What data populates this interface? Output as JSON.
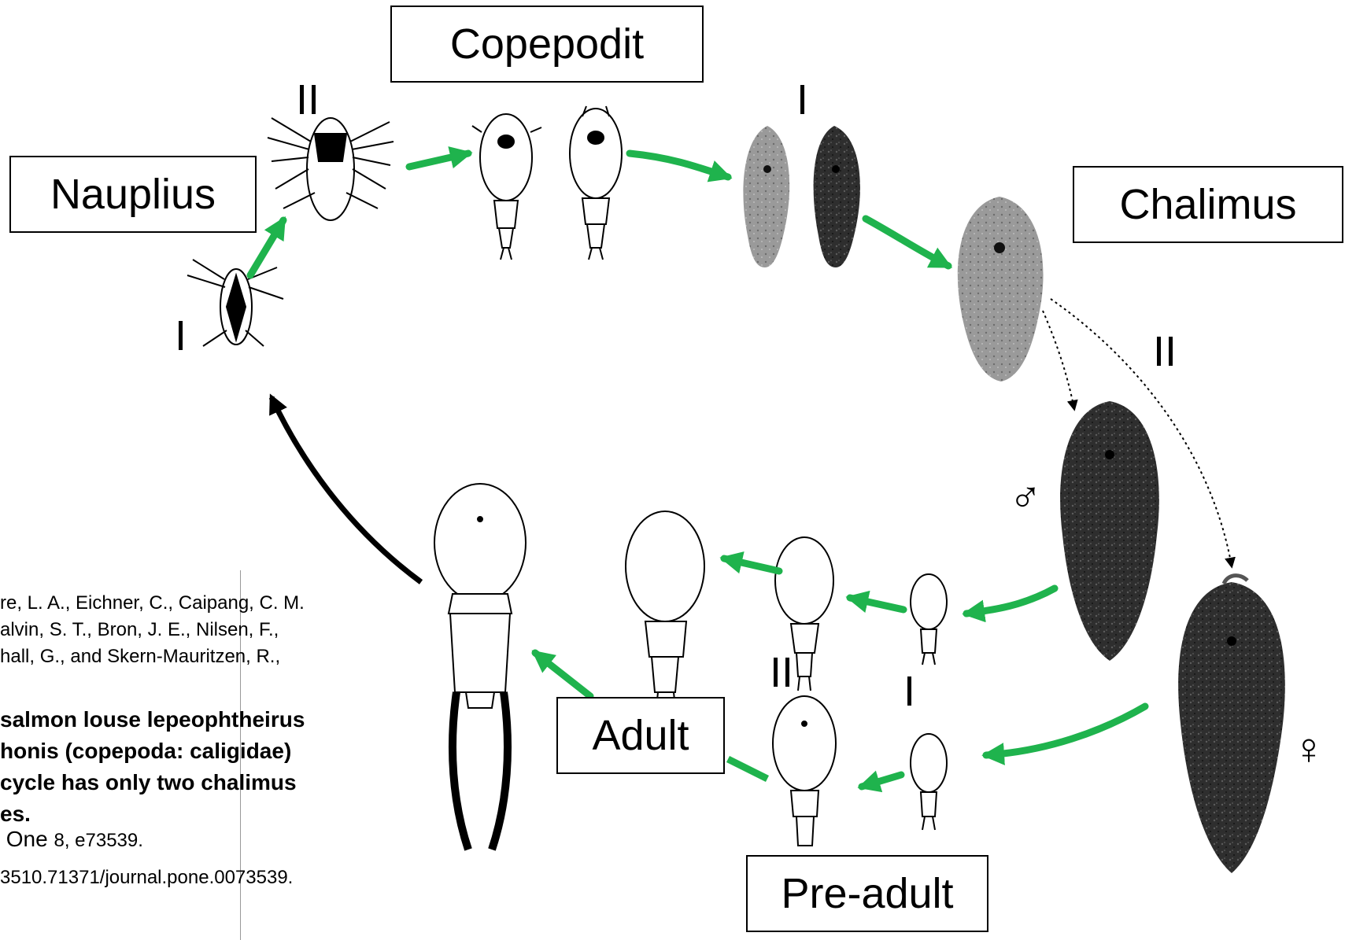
{
  "stages": {
    "nauplius": "Nauplius",
    "copepodit": "Copepodit",
    "chalimus": "Chalimus",
    "adult": "Adult",
    "pre_adult": "Pre-adult"
  },
  "roman": {
    "nauplius_1": "I",
    "nauplius_2": "II",
    "chalimus_1": "I",
    "chalimus_2": "II",
    "preadult_2": "II",
    "preadult_1": "I"
  },
  "sex": {
    "male": "♂",
    "female": "♀"
  },
  "citation": {
    "authors_l1": "re, L. A., Eichner, C., Caipang, C. M.",
    "authors_l2": "alvin, S. T., Bron, J. E., Nilsen, F.,",
    "authors_l3": "hall, G., and Skern-Mauritzen, R.,",
    "title_l1": "salmon louse lepeophtheirus",
    "title_l2": "honis (copepoda: caligidae)",
    "title_l3": "cycle has only two chalimus",
    "title_l4": "es.",
    "journal_a": " One ",
    "journal_b": "8, e73539.",
    "doi": "3510.71371/journal.pone.0073539."
  },
  "colors": {
    "arrow_green": "#1fb34d",
    "arrow_black": "#000000",
    "specimen_dark": "#3a3a3a",
    "specimen_grey": "#8d8d8d"
  }
}
